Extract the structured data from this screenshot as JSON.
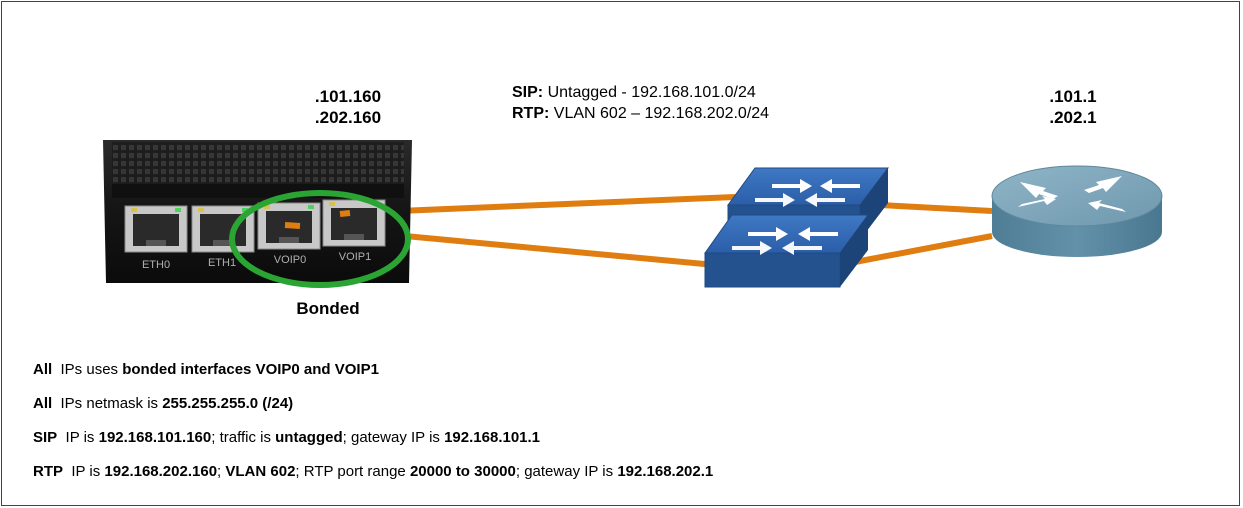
{
  "device": {
    "ip_labels": [
      ".101.160",
      ".202.160"
    ],
    "port_labels": [
      "ETH0",
      "ETH1",
      "VOIP0",
      "VOIP1"
    ],
    "bonded_label": "Bonded"
  },
  "network": {
    "sip": {
      "key": "SIP:",
      "value": "Untagged - 192.168.101.0/24"
    },
    "rtp": {
      "key": "RTP:",
      "value": "VLAN 602 – 192.168.202.0/24"
    }
  },
  "router": {
    "ip_labels": [
      ".101.1",
      ".202.1"
    ]
  },
  "colors": {
    "link": "#e07d10",
    "bond_ring": "#2aa534",
    "switch_face": "#2c5ea6",
    "router_body": "#5b8aa3"
  },
  "notes": [
    {
      "key": "All",
      "t1": " IPs uses ",
      "b1": "bonded interfaces VOIP0 and VOIP1",
      "t2": "",
      "b2": "",
      "t3": "",
      "b3": "",
      "t4": "",
      "b4": ""
    },
    {
      "key": "All",
      "t1": " IPs netmask is ",
      "b1": "255.255.255.0 (/24)",
      "t2": "",
      "b2": "",
      "t3": "",
      "b3": "",
      "t4": "",
      "b4": ""
    },
    {
      "key": "SIP",
      "t1": " IP is ",
      "b1": "192.168.101.160",
      "t2": "; traffic is ",
      "b2": "untagged",
      "t3": "; gateway IP is ",
      "b3": "192.168.101.1",
      "t4": "",
      "b4": ""
    },
    {
      "key": "RTP",
      "t1": " IP is ",
      "b1": "192.168.202.160",
      "t2": "; ",
      "b2": "VLAN 602",
      "t3": "; RTP port range ",
      "b3": "20000 to 30000",
      "t4": "; gateway IP is ",
      "b4": "192.168.202.1"
    }
  ]
}
